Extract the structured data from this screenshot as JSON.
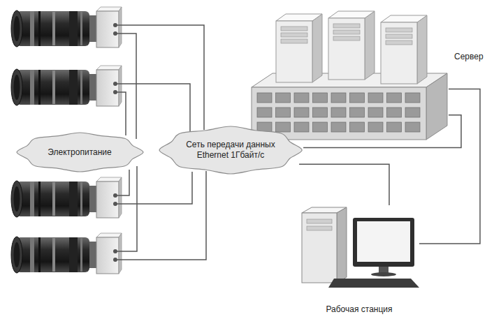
{
  "diagram": {
    "nodes": [
      {
        "text": [
          "Электропитание"
        ]
      },
      {
        "text": [
          "Сеть передачи данных Ethernet 1Гбайт/с"
        ]
      },
      {
        "text": [
          "Сервер"
        ]
      },
      {
        "text": [
          "Рабочая станция"
        ]
      }
    ],
    "edges": [
      {
        "from": 1,
        "to": 2,
        "arrow": "none"
      },
      {
        "from": 1,
        "to": 3,
        "arrow": "none"
      },
      {
        "from": 2,
        "to": 3,
        "arrow": "none"
      }
    ]
  }
}
